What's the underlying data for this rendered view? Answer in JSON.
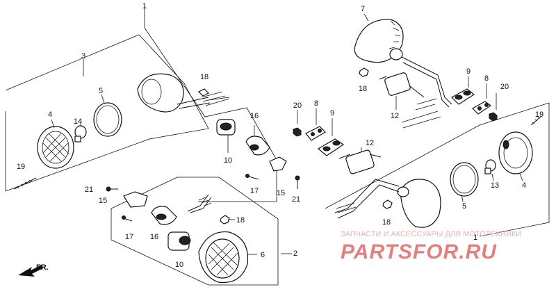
{
  "callouts": {
    "n1": "1",
    "n2": "2",
    "n3": "3",
    "n4a": "4",
    "n4b": "4",
    "n5a": "5",
    "n5b": "5",
    "n6": "6",
    "n7": "7",
    "n8a": "8",
    "n8b": "8",
    "n9a": "9",
    "n9b": "9",
    "n10a": "10",
    "n10b": "10",
    "n12a": "12",
    "n12b": "12",
    "n13": "13",
    "n14": "14",
    "n15a": "15",
    "n15b": "15",
    "n16a": "16",
    "n16b": "16",
    "n17a": "17",
    "n17b": "17",
    "n18a": "18",
    "n18b": "18",
    "n18c": "18",
    "n18d": "18",
    "n19a": "19",
    "n19b": "19",
    "n20a": "20",
    "n20b": "20",
    "n21a": "21",
    "n21b": "21"
  },
  "direction_label": "FR.",
  "watermark": {
    "tagline": "ЗАПЧАСТИ И АКСЕССУАРЫ ДЛЯ МОТОТЕХНИКИ",
    "brand": "PARTSFOR.RU"
  }
}
